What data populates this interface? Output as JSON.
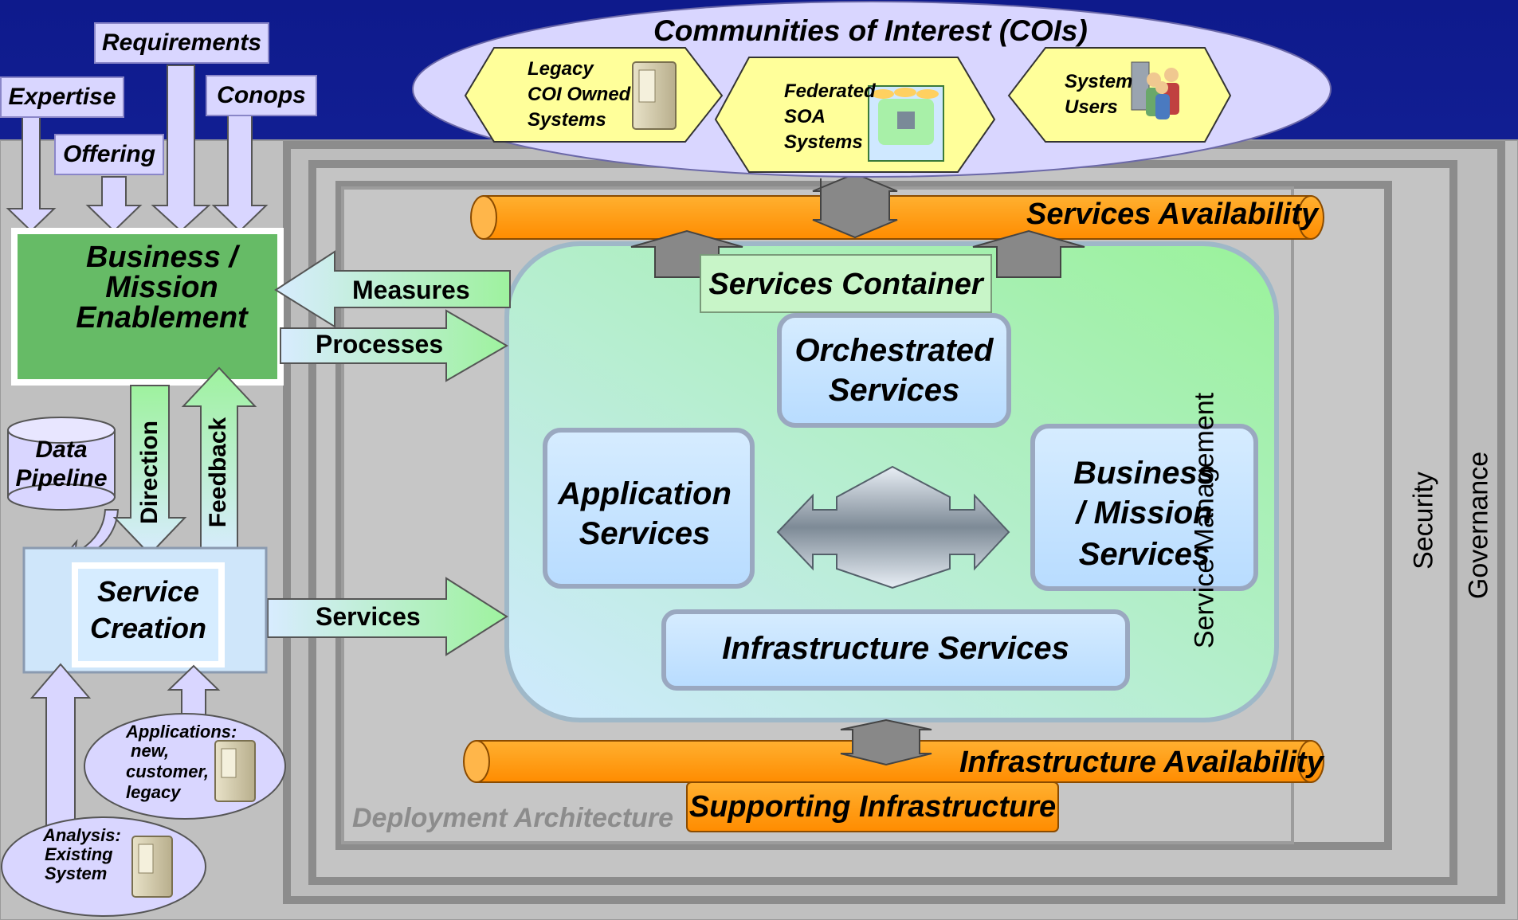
{
  "inputs": {
    "requirements": "Requirements",
    "expertise": "Expertise",
    "conops": "Conops",
    "offering": "Offering"
  },
  "communities": {
    "title": "Communities of Interest (COIs)",
    "legacy": [
      "Legacy",
      "COI Owned",
      "Systems"
    ],
    "federated": [
      "Federated",
      "SOA",
      "Systems"
    ],
    "users": [
      "System",
      "Users"
    ]
  },
  "left": {
    "business_mission": [
      "Business /",
      "Mission",
      "Enablement"
    ],
    "data_pipeline": [
      "Data",
      "Pipeline"
    ],
    "direction": "Direction",
    "feedback": "Feedback",
    "service_creation": [
      "Service",
      "Creation"
    ],
    "applications": [
      "Applications:",
      "new,",
      "customer,",
      "legacy"
    ],
    "analysis": [
      "Analysis:",
      "Existing",
      "System"
    ]
  },
  "flows": {
    "measures": "Measures",
    "processes": "Processes",
    "services": "Services"
  },
  "center": {
    "services_availability": "Services Availability",
    "services_container": "Services Container",
    "orchestrated": [
      "Orchestrated",
      "Services"
    ],
    "application": [
      "Application",
      "Services"
    ],
    "business": [
      "Business",
      "/ Mission",
      "Services"
    ],
    "infrastructure": "Infrastructure Services",
    "infrastructure_availability": "Infrastructure Availability",
    "supporting": "Supporting Infrastructure",
    "deployment": "Deployment Architecture"
  },
  "layers": {
    "service_management": "Service Management",
    "security": "Security",
    "governance": "Governance"
  },
  "colors": {
    "background": "#1c2aa6",
    "panel_gray": "#bdbdbd",
    "orange": "#ff9a00",
    "lavender": "#d9d6ff",
    "green": "#66bb66"
  }
}
